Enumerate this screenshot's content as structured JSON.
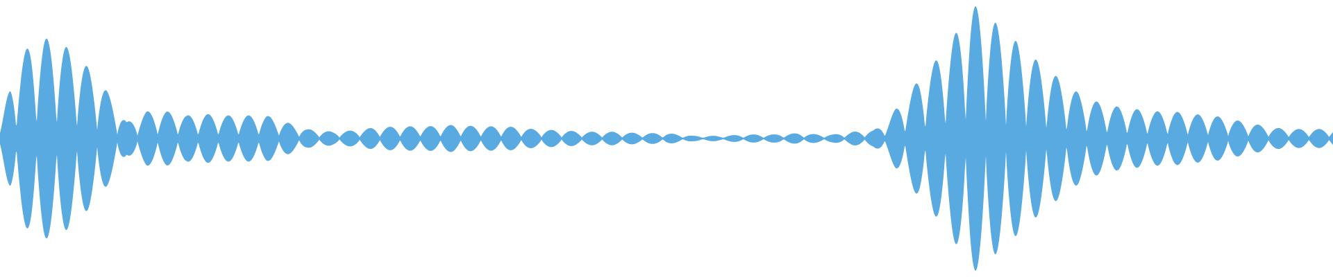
{
  "waveform": {
    "color": "#5aaae2",
    "amplitude_envelope": [
      [
        0.0,
        0.06
      ],
      [
        0.008,
        0.42
      ],
      [
        0.016,
        0.6
      ],
      [
        0.024,
        0.72
      ],
      [
        0.033,
        0.74
      ],
      [
        0.045,
        0.72
      ],
      [
        0.058,
        0.6
      ],
      [
        0.072,
        0.47
      ],
      [
        0.085,
        0.28
      ],
      [
        0.095,
        0.12
      ],
      [
        0.11,
        0.2
      ],
      [
        0.125,
        0.2
      ],
      [
        0.14,
        0.17
      ],
      [
        0.155,
        0.18
      ],
      [
        0.17,
        0.17
      ],
      [
        0.185,
        0.17
      ],
      [
        0.2,
        0.17
      ],
      [
        0.215,
        0.12
      ],
      [
        0.23,
        0.07
      ],
      [
        0.25,
        0.05
      ],
      [
        0.265,
        0.06
      ],
      [
        0.28,
        0.08
      ],
      [
        0.3,
        0.09
      ],
      [
        0.32,
        0.09
      ],
      [
        0.34,
        0.1
      ],
      [
        0.36,
        0.09
      ],
      [
        0.38,
        0.09
      ],
      [
        0.4,
        0.07
      ],
      [
        0.42,
        0.06
      ],
      [
        0.44,
        0.05
      ],
      [
        0.46,
        0.05
      ],
      [
        0.48,
        0.04
      ],
      [
        0.5,
        0.04
      ],
      [
        0.52,
        0.02
      ],
      [
        0.54,
        0.02
      ],
      [
        0.56,
        0.03
      ],
      [
        0.58,
        0.03
      ],
      [
        0.6,
        0.04
      ],
      [
        0.615,
        0.03
      ],
      [
        0.625,
        0.03
      ],
      [
        0.64,
        0.05
      ],
      [
        0.655,
        0.06
      ],
      [
        0.665,
        0.12
      ],
      [
        0.672,
        0.22
      ],
      [
        0.68,
        0.3
      ],
      [
        0.69,
        0.45
      ],
      [
        0.7,
        0.55
      ],
      [
        0.71,
        0.68
      ],
      [
        0.72,
        0.82
      ],
      [
        0.728,
        0.99
      ],
      [
        0.738,
        0.95
      ],
      [
        0.75,
        0.82
      ],
      [
        0.762,
        0.72
      ],
      [
        0.775,
        0.6
      ],
      [
        0.79,
        0.48
      ],
      [
        0.805,
        0.36
      ],
      [
        0.82,
        0.28
      ],
      [
        0.835,
        0.24
      ],
      [
        0.85,
        0.22
      ],
      [
        0.865,
        0.2
      ],
      [
        0.88,
        0.2
      ],
      [
        0.895,
        0.18
      ],
      [
        0.91,
        0.17
      ],
      [
        0.925,
        0.14
      ],
      [
        0.94,
        0.11
      ],
      [
        0.955,
        0.08
      ],
      [
        0.97,
        0.07
      ],
      [
        0.985,
        0.07
      ],
      [
        1.0,
        0.07
      ]
    ]
  }
}
